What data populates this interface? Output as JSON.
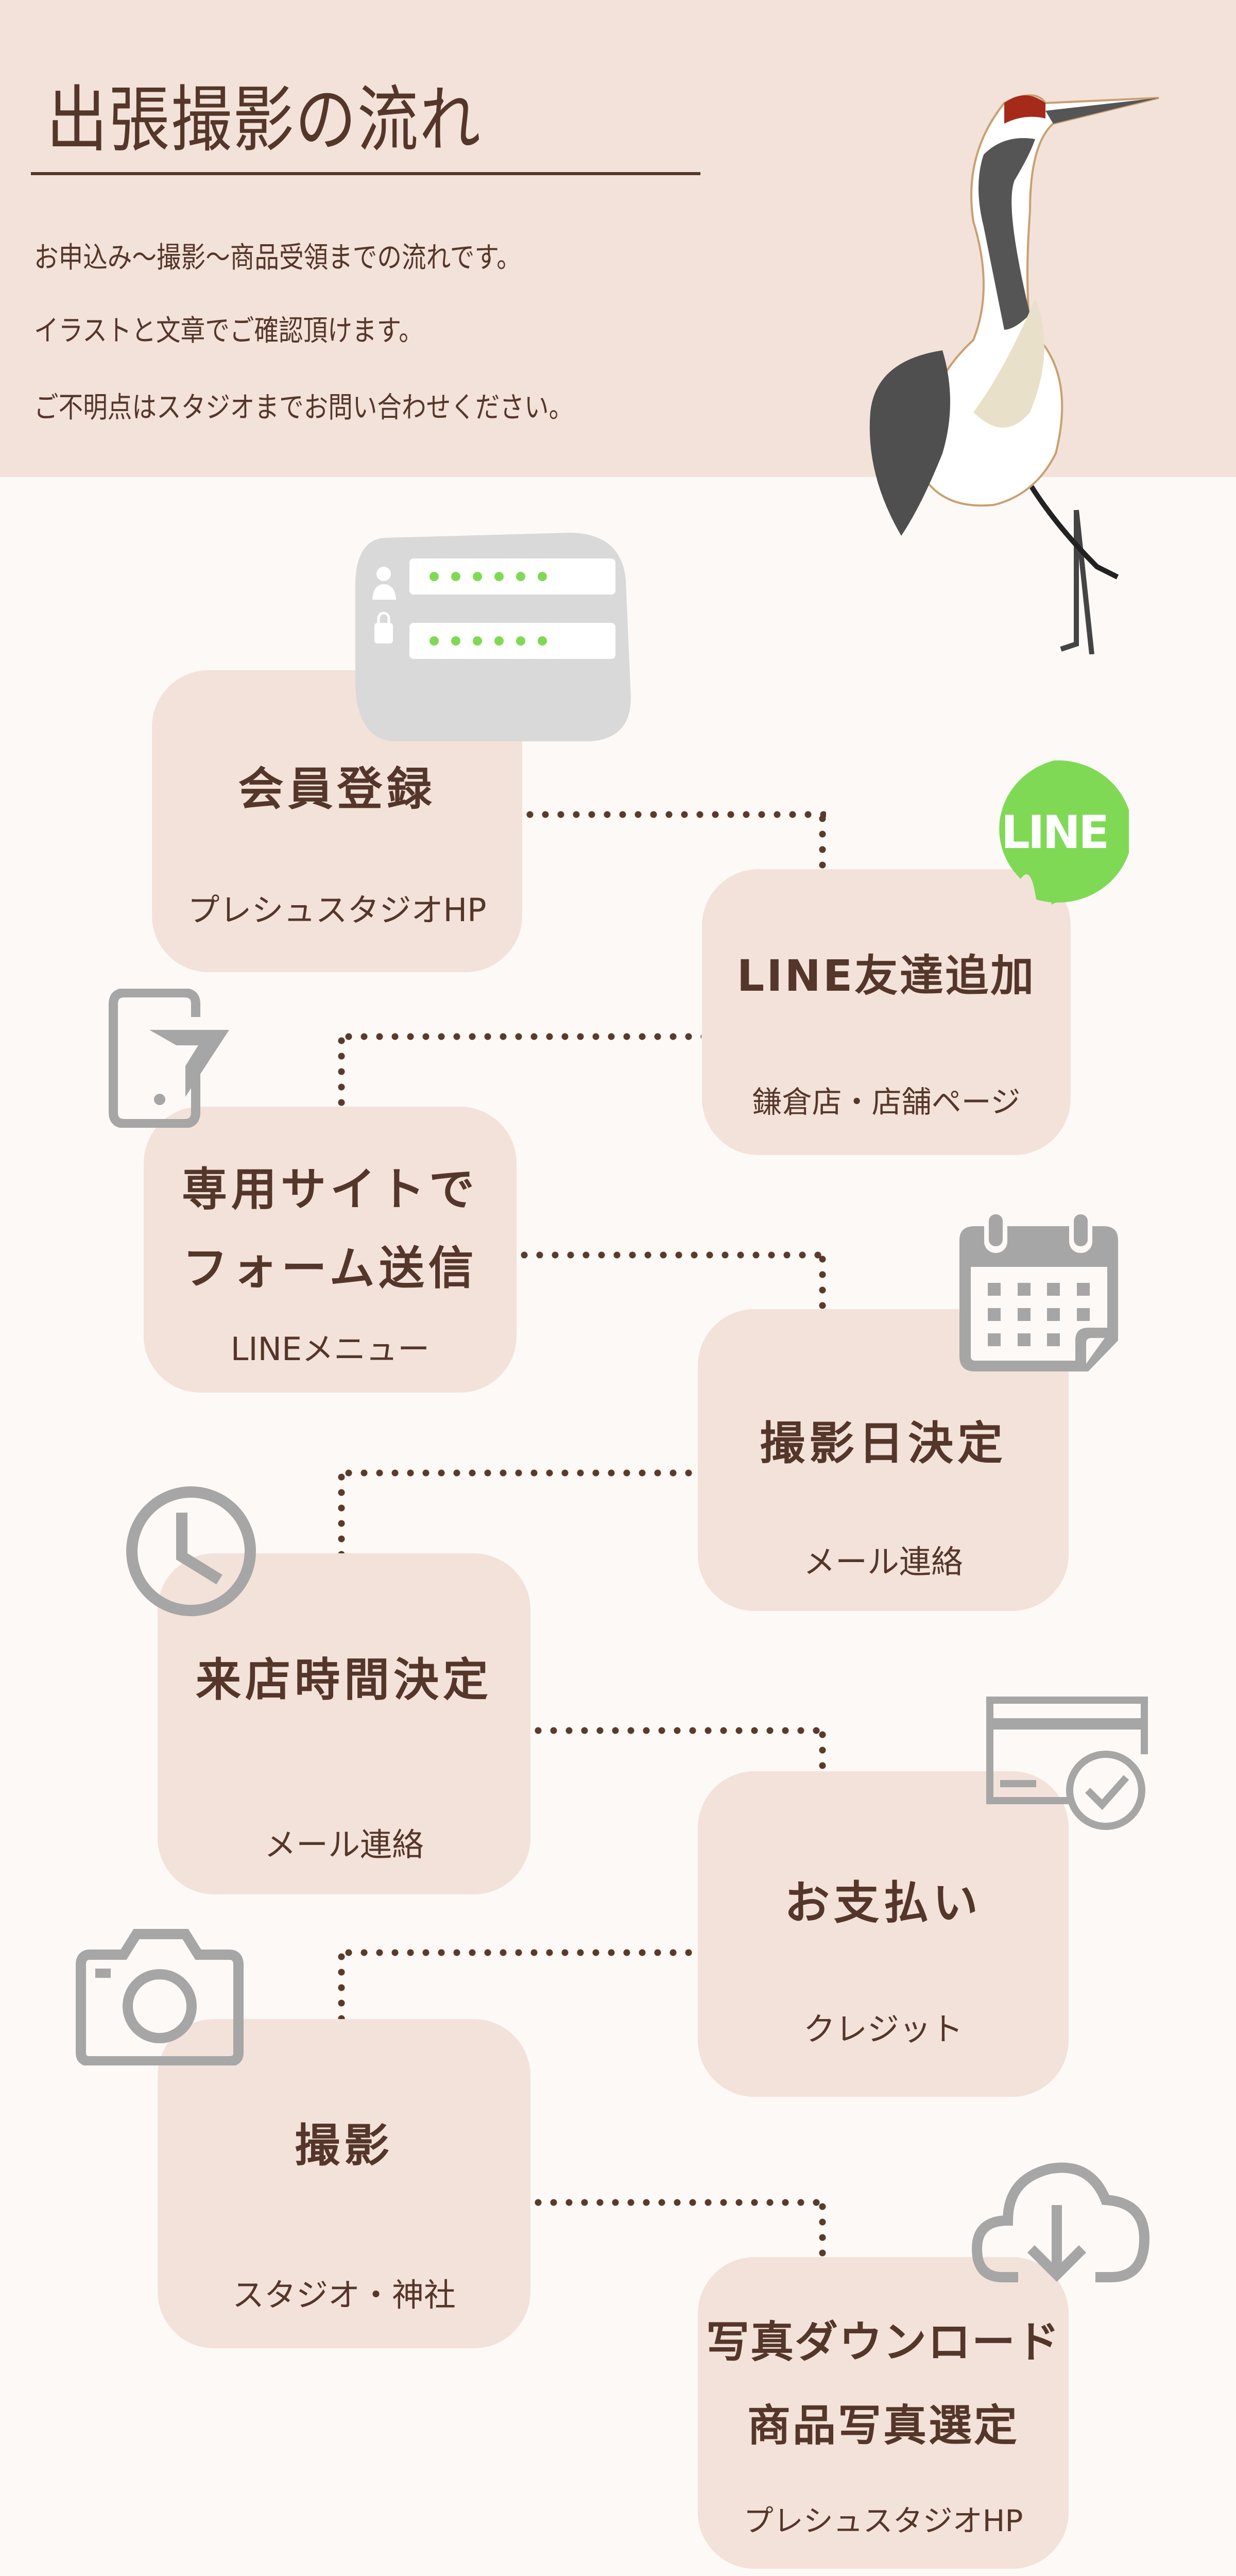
{
  "header": {
    "title": "出張撮影の流れ",
    "lines": [
      "お申込み〜撮影〜商品受領までの流れです。",
      "イラストと文章でご確認頂けます。",
      "ご不明点はスタジオまでお問い合わせください。"
    ]
  },
  "steps": [
    {
      "title": [
        "会員登録"
      ],
      "sub": "プレシュスタジオHP",
      "icon": "login-form-icon"
    },
    {
      "title": [
        "LINE友達追加"
      ],
      "sub": "鎌倉店・店舗ページ",
      "icon": "line-logo-icon",
      "icon_text": "LINE"
    },
    {
      "title": [
        "専用サイトで",
        "フォーム送信"
      ],
      "sub": "LINEメニュー",
      "icon": "smartphone-icon"
    },
    {
      "title": [
        "撮影日決定"
      ],
      "sub": "メール連絡",
      "icon": "calendar-icon"
    },
    {
      "title": [
        "来店時間決定"
      ],
      "sub": "メール連絡",
      "icon": "clock-icon"
    },
    {
      "title": [
        "お支払い"
      ],
      "sub": "クレジット",
      "icon": "credit-card-check-icon"
    },
    {
      "title": [
        "撮影"
      ],
      "sub": "スタジオ・神社",
      "icon": "camera-icon"
    },
    {
      "title": [
        "写真ダウンロード",
        "商品写真選定"
      ],
      "sub": "プレシュスタジオHP",
      "icon": "cloud-download-icon"
    }
  ],
  "colors": {
    "header_bg": "#f3e2d9",
    "card_bg": "#f3e2d9",
    "text": "#55362a",
    "icon": "#a6a6a6",
    "line_green": "#7fd955"
  }
}
